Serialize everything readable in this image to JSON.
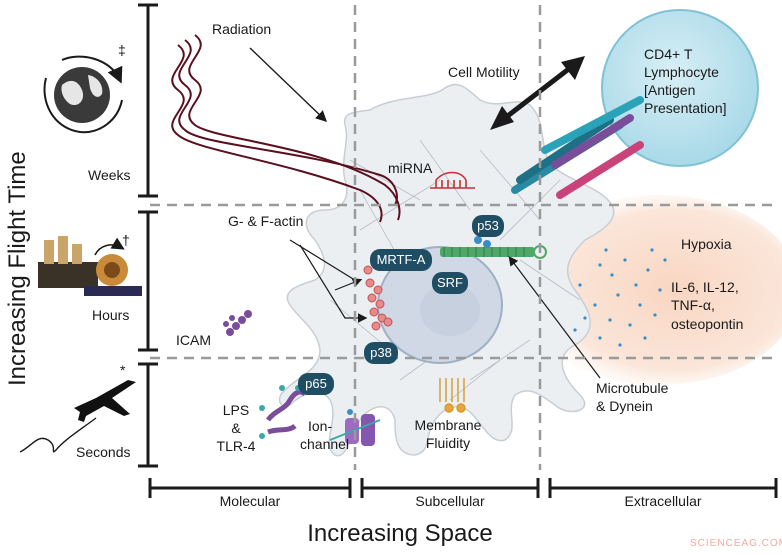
{
  "axes": {
    "y_title": "Increasing Flight Time",
    "x_title": "Increasing Space",
    "time_ticks": [
      "Weeks",
      "Hours",
      "Seconds"
    ],
    "space_ticks": [
      "Molecular",
      "Subcellular",
      "Extracellular"
    ],
    "time_marks": [
      "‡",
      "†",
      "*"
    ]
  },
  "labels": {
    "radiation": "Radiation",
    "cell_motility": "Cell Motility",
    "mirna": "miRNA",
    "actin": "G- & F-actin",
    "icam": "ICAM",
    "hypoxia": "Hypoxia",
    "cytokines": [
      "IL-6, IL-12,",
      "TNF-α,",
      "osteopontin"
    ],
    "lymphocyte": [
      "CD4+ T",
      "Lymphocyte",
      "[Antigen",
      "Presentation]"
    ],
    "microtubule": [
      "Microtubule",
      "& Dynein"
    ],
    "lps": [
      "LPS",
      "&",
      "TLR-4"
    ],
    "ion_channel": [
      "Ion-",
      "channel"
    ],
    "membrane": [
      "Membrane",
      "Fluidity"
    ]
  },
  "proteins": {
    "mrtf": "MRTF-A",
    "p53": "p53",
    "srf": "SRF",
    "p38": "p38",
    "p65": "p65"
  },
  "watermark": "SCIENCEAG.COM",
  "colors": {
    "pill": "#1f4d64",
    "cell_fill": "#eceff2",
    "radiation": "#5a0f1e",
    "lymphocyte": "#bfe3ee",
    "hypoxia": "#fbe3d4",
    "grid_dash": "#9a9a9a"
  }
}
